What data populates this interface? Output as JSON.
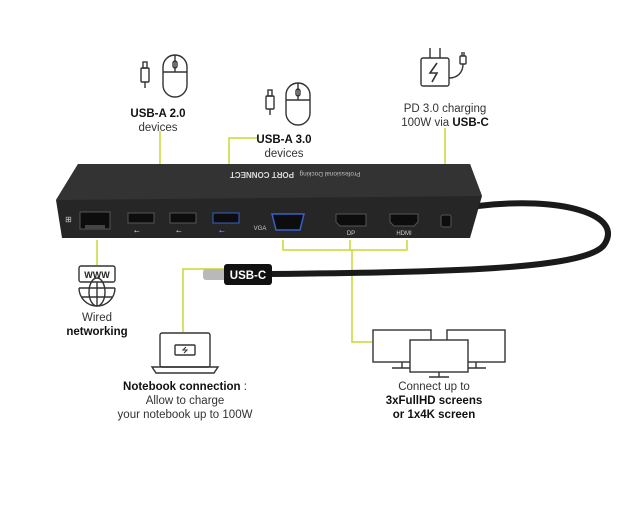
{
  "brand_text": "PORT CONNECT",
  "dock_caption": "Professional Docking",
  "cable_tag": "USB-C",
  "ports": {
    "vga": "VGA",
    "dp": "DP",
    "hdmi": "HDMI"
  },
  "usb2": {
    "title": "USB-A 2.0",
    "sub": "devices"
  },
  "usb3": {
    "title": "USB-A 3.0",
    "sub": "devices"
  },
  "pd": {
    "line1": "PD 3.0 charging",
    "line2_pre": "100W via ",
    "line2_bold": "USB-C"
  },
  "network": {
    "icon_text": "WWW",
    "line1": "Wired",
    "line2": "networking"
  },
  "notebook": {
    "title": "Notebook connection",
    "colon": " :",
    "line2": "Allow to  charge",
    "line3": "your notebook up to 100W"
  },
  "screens": {
    "line1": "Connect up to",
    "line2": "3xFullHD screens",
    "line3": "or 1x4K  screen"
  },
  "colors": {
    "accent": "#c9d832",
    "dock": "#1f1f1f",
    "icon_stroke": "#333333"
  }
}
